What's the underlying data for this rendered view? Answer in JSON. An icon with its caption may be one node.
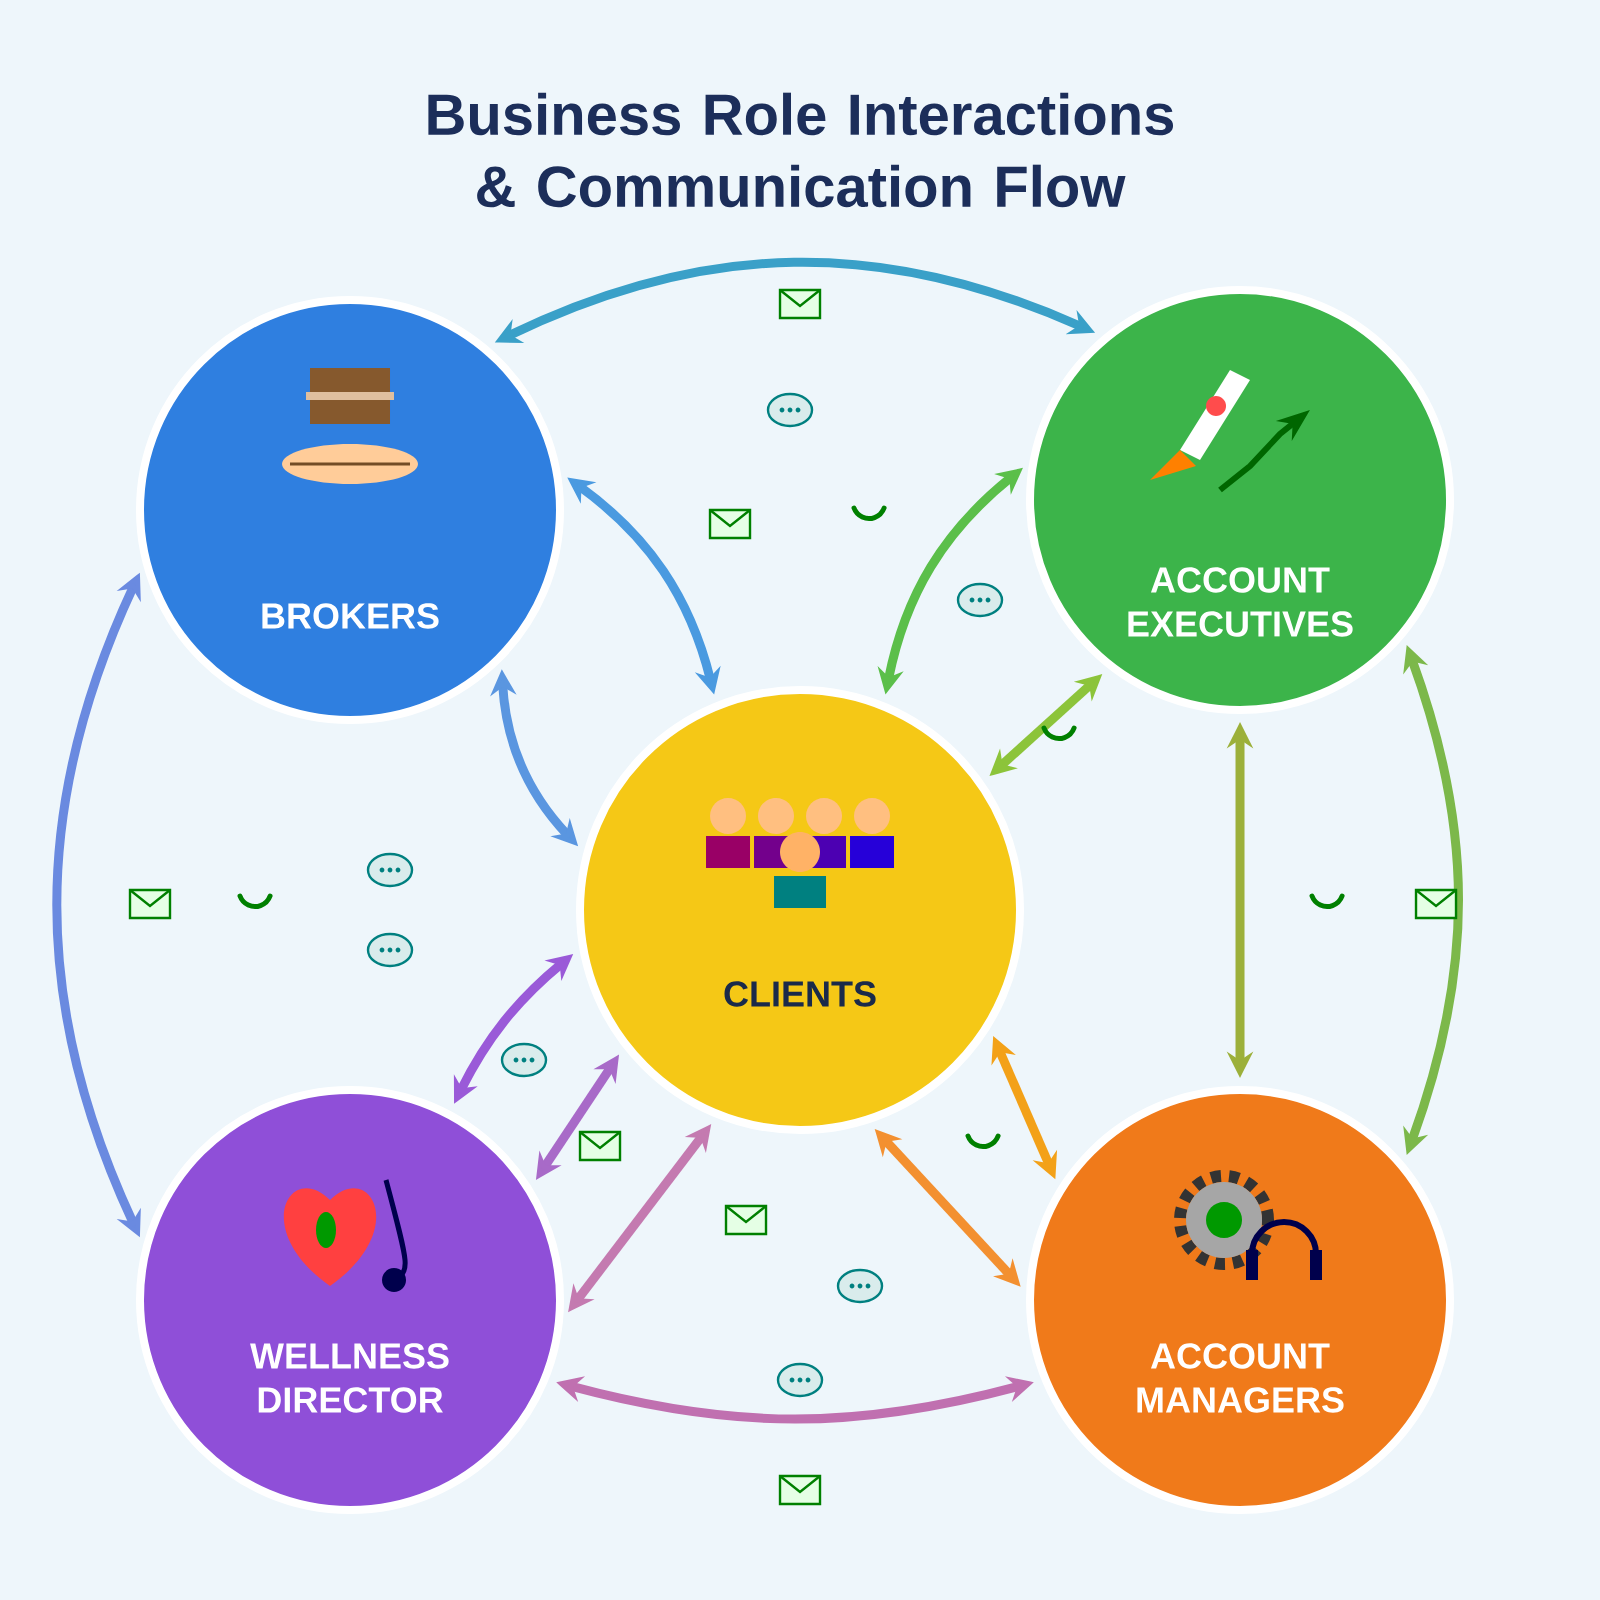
{
  "diagram": {
    "title": "Business Role Interactions & Communication Flow",
    "nodes": [
      {
        "text": [
          "BROKERS"
        ]
      },
      {
        "text": [
          "ACCOUNT EXECUTIVES"
        ]
      },
      {
        "text": [
          "CLIENTS"
        ]
      },
      {
        "text": [
          "WELLNESS DIRECTOR"
        ]
      },
      {
        "text": [
          "ACCOUNT MANAGERS"
        ]
      }
    ],
    "edges": [
      {
        "from": 0,
        "to": 1,
        "arrow": "both",
        "color": "#3aa0c8"
      },
      {
        "from": 0,
        "to": 2,
        "arrow": "both",
        "color": "#4a9ae0"
      },
      {
        "from": 1,
        "to": 2,
        "arrow": "both",
        "color": "#5bbf4a"
      },
      {
        "from": 0,
        "to": 2,
        "arrow": "both",
        "color": "#5a96e0"
      },
      {
        "from": 1,
        "to": 2,
        "arrow": "both",
        "color": "#8cc43a"
      },
      {
        "from": 0,
        "to": 3,
        "arrow": "both",
        "color": "#6a8ae0"
      },
      {
        "from": 3,
        "to": 2,
        "arrow": "both",
        "color": "#9a5ad8"
      },
      {
        "from": 3,
        "to": 2,
        "arrow": "both",
        "color": "#a86ac8"
      },
      {
        "from": 3,
        "to": 2,
        "arrow": "both",
        "color": "#c47ab0"
      },
      {
        "from": 1,
        "to": 4,
        "arrow": "both",
        "color": "#9cb03a"
      },
      {
        "from": 1,
        "to": 4,
        "arrow": "both",
        "color": "#7cb84a"
      },
      {
        "from": 2,
        "to": 4,
        "arrow": "both",
        "color": "#f3a118"
      },
      {
        "from": 2,
        "to": 4,
        "arrow": "both",
        "color": "#f39030"
      },
      {
        "from": 3,
        "to": 4,
        "arrow": "both",
        "color": "#c070b0"
      }
    ]
  }
}
